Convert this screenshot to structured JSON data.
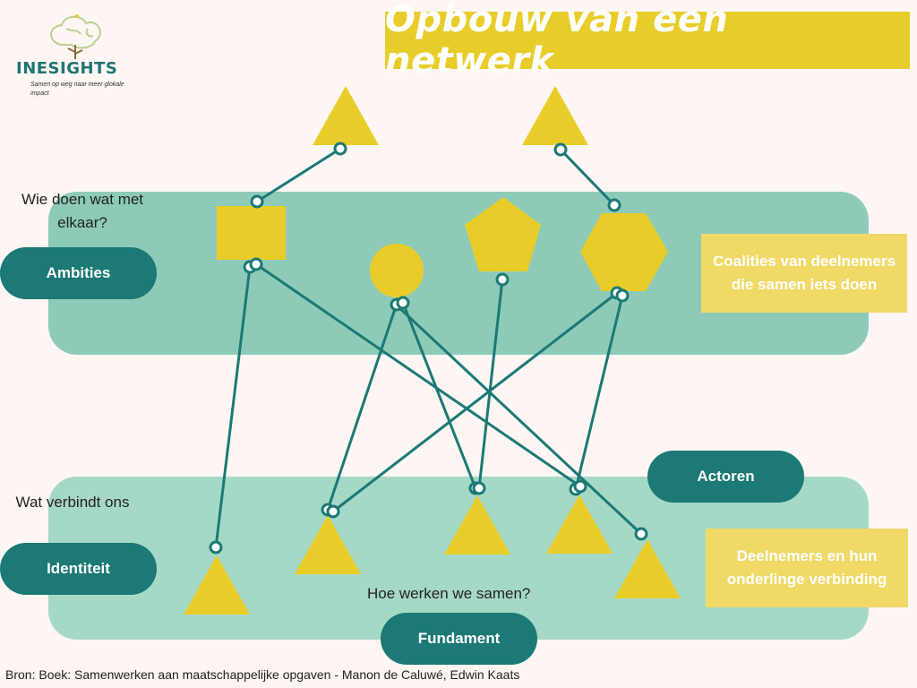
{
  "title": "Opbouw van een netwerk",
  "logo": {
    "name": "INESIGHTS",
    "tagline": "Samen op weg naar meer glokale impact"
  },
  "labels": {
    "ambities": "Ambities",
    "identiteit": "Identiteit",
    "actoren": "Actoren",
    "fundament": "Fundament"
  },
  "questions": {
    "top": "Wie  doen wat met elkaar?",
    "bottom": "Wat verbindt ons",
    "middle": "Hoe werken we samen?"
  },
  "notes": {
    "coalitions": "Coalities van deelnemers die samen iets doen",
    "participants": "Deelnemers en hun onderlinge verbinding"
  },
  "source": "Bron:  Boek: Samenwerken aan  maatschappelijke opgaven - Manon de Caluwé, Edwin Kaats",
  "colors": {
    "yellow": "#e8cd2a",
    "teal": "#1c7975",
    "band_top": "#8dcbb8",
    "band_bottom": "#a6d8c6"
  }
}
